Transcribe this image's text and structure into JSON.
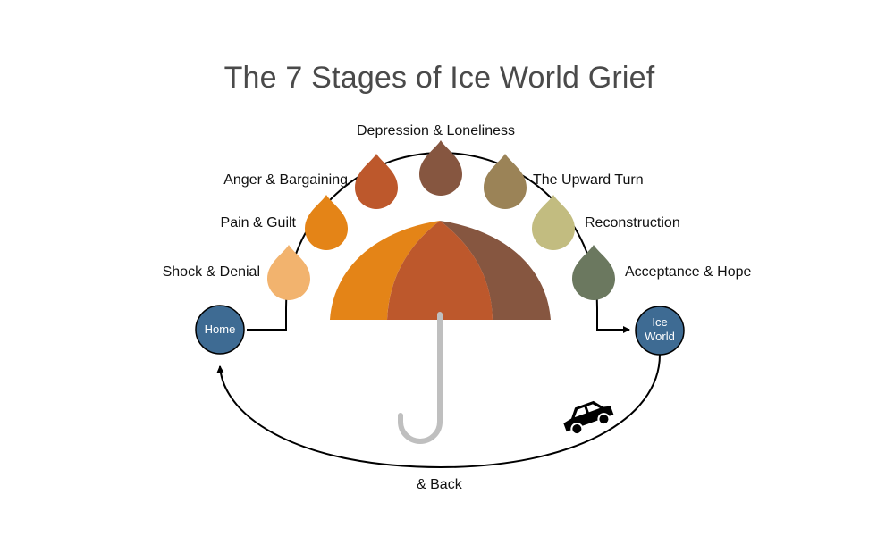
{
  "title": "The 7 Stages of Ice World Grief",
  "stages": [
    {
      "label": "Shock & Denial",
      "color": "#F2B36E"
    },
    {
      "label": "Pain & Guilt",
      "color": "#E48417"
    },
    {
      "label": "Anger & Bargaining",
      "color": "#BD582C"
    },
    {
      "label": "Depression & Loneliness",
      "color": "#865640"
    },
    {
      "label": "The Upward Turn",
      "color": "#9B8357"
    },
    {
      "label": "Reconstruction",
      "color": "#C2BC80"
    },
    {
      "label": "Acceptance & Hope",
      "color": "#6B785F"
    }
  ],
  "nodes": {
    "home": {
      "label": "Home",
      "color": "#3E6B93"
    },
    "ice_world": {
      "line1": "Ice",
      "line2": "World",
      "color": "#3E6B93"
    }
  },
  "return_label": "& Back",
  "umbrella_colors": {
    "left": "#E48417",
    "center": "#BD582C",
    "right": "#865640",
    "handle": "#BFBFBF"
  },
  "icons": [
    "umbrella-icon",
    "car-icon",
    "arrow-icon"
  ]
}
